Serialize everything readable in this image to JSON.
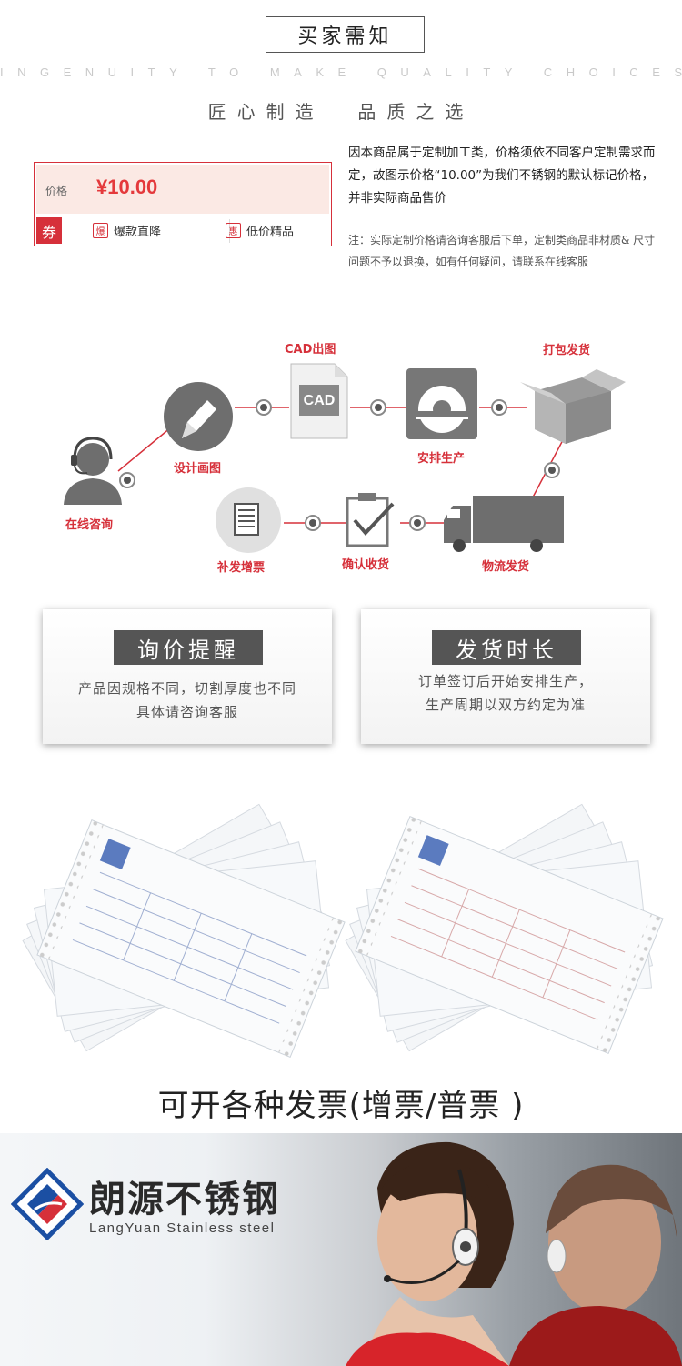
{
  "header": {
    "title": "买家需知",
    "english": "INGENUITY TO MAKE QUALITY CHOICES",
    "slogan": "匠心制造  品质之选"
  },
  "price_card": {
    "label": "价格",
    "value": "¥10.00",
    "coupon": "券",
    "promo1_tag": "爆",
    "promo1_label": "爆款直降",
    "promo2_tag": "惠",
    "promo2_label": "低价精品"
  },
  "notice": {
    "main": "因本商品属于定制加工类，价格须依不同客户定制需求而定，故图示价格“10.00”为我们不锈钢的默认标记价格，并非实际商品售价",
    "note": "注：实际定制价格请咨询客服后下单，定制类商品非材质& 尺寸问题不予以退换，如有任何疑问，请联系在线客服"
  },
  "flow": {
    "consult": "在线咨询",
    "design": "设计画图",
    "cad": "CAD出图",
    "cad_icon_text": "CAD",
    "produce": "安排生产",
    "pack": "打包发货",
    "logistics": "物流发货",
    "confirm": "确认收货",
    "invoice": "补发增票"
  },
  "info": {
    "left_title": "询价提醒",
    "left_line1": "产品因规格不同，切割厚度也不同",
    "left_line2": "具体请咨询客服",
    "right_title": "发货时长",
    "right_line1": "订单签订后开始安排生产，",
    "right_line2": "生产周期以双方约定为准"
  },
  "invoices": {
    "caption": "可开各种发票(增票/普票 )"
  },
  "banner": {
    "brand_cn": "朗源不锈钢",
    "brand_en": "LangYuan Stainless steel"
  },
  "colors": {
    "accent_red": "#d6303a",
    "price_red": "#e4393c",
    "dark_gray": "#555555"
  }
}
